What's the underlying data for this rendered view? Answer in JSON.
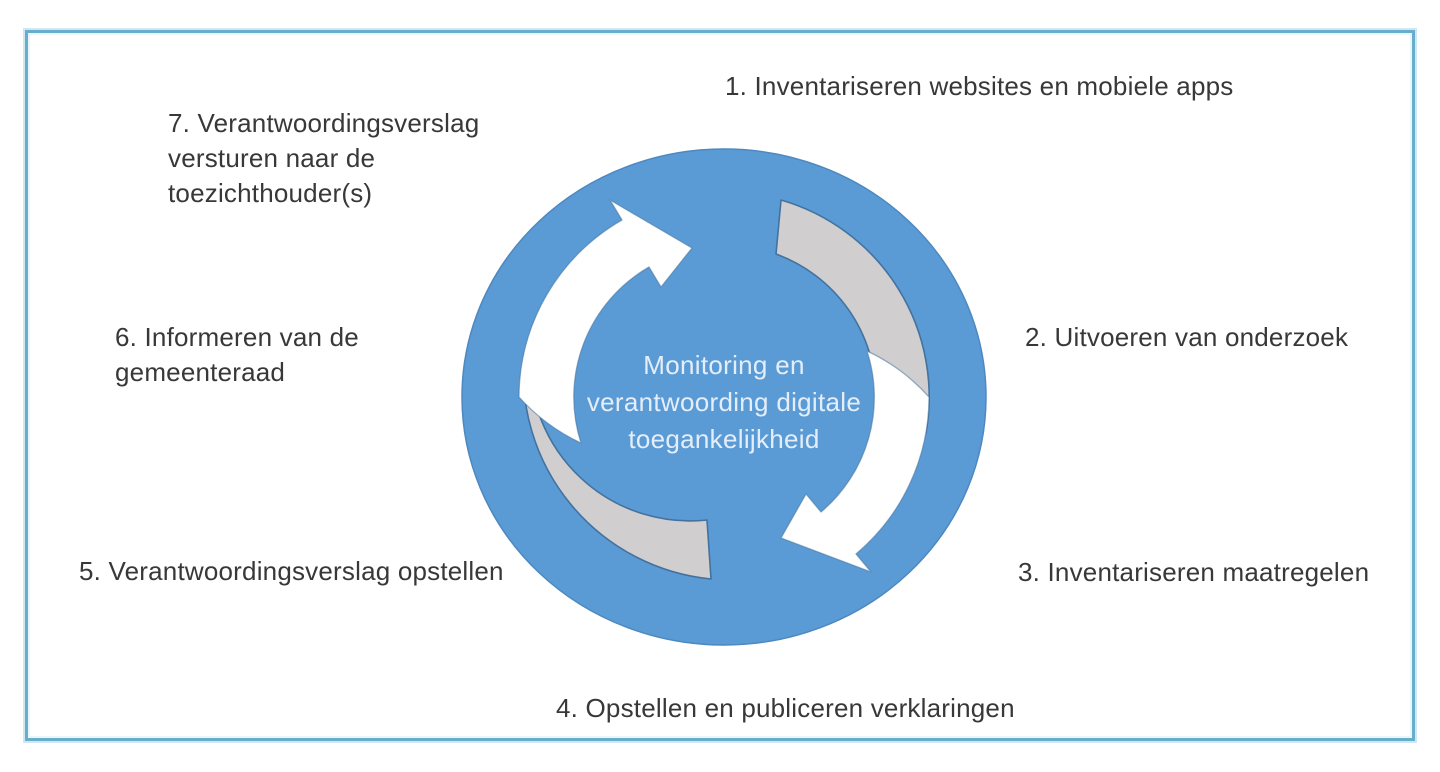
{
  "diagram": {
    "title_hint": "Cycle diagram monitoring digital accessibility",
    "center_label": "Monitoring en\nverantwoording digitale\ntoegankelijkheid",
    "steps": [
      {
        "id": 1,
        "label": "1. Inventariseren websites en mobiele apps",
        "position": "top"
      },
      {
        "id": 2,
        "label": "2. Uitvoeren van onderzoek",
        "position": "right"
      },
      {
        "id": 3,
        "label": "3. Inventariseren maatregelen",
        "position": "bottom-right"
      },
      {
        "id": 4,
        "label": "4. Opstellen en publiceren verklaringen",
        "position": "bottom"
      },
      {
        "id": 5,
        "label": "5. Verantwoordingsverslag opstellen",
        "position": "bottom-left"
      },
      {
        "id": 6,
        "label": "6. Informeren van de\ngemeenteraad",
        "position": "left"
      },
      {
        "id": 7,
        "label": "7. Verantwoordingsverslag\nversturen naar de\ntoezichthouder(s)",
        "position": "top-left"
      }
    ],
    "colors": {
      "circle_fill": "#5b9bd5",
      "circle_stroke": "#4d88c0",
      "arrow_white": "#ffffff",
      "arrow_gray": "#d0cece",
      "arc_outline": "#44729e",
      "border_blue": "#69adcd",
      "label_text": "#383838",
      "center_text": "#e4eefa"
    }
  }
}
